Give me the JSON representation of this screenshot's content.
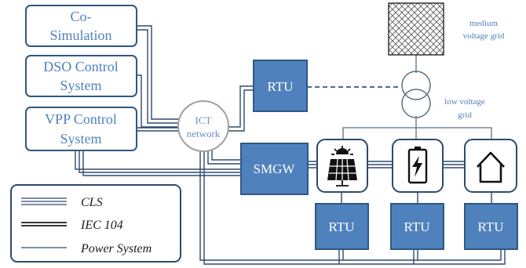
{
  "control_systems": {
    "cosim": {
      "line1": "Co-",
      "line2": "Simulation"
    },
    "dso": {
      "line1": "DSO Control",
      "line2": "System"
    },
    "vpp": {
      "line1": "VPP Control",
      "line2": "System"
    }
  },
  "network": {
    "line1": "ICT",
    "line2": "network"
  },
  "devices": {
    "rtu_top": "RTU",
    "smgw": "SMGW",
    "rtu_pv": "RTU",
    "rtu_battery": "RTU",
    "rtu_house": "RTU"
  },
  "grid": {
    "medium_line1": "medium",
    "medium_line2": "voltage grid",
    "low_line1": "low voltage",
    "low_line2": "grid"
  },
  "legend": {
    "cls": "CLS",
    "iec104": "IEC 104",
    "power": "Power System"
  },
  "icons": [
    "solar-panel-icon",
    "battery-icon",
    "house-icon"
  ],
  "colors": {
    "accent": "#4f81bd",
    "box_fill": "#4f81bd",
    "box_stroke": "#2e5883",
    "line": "#2e4a6b"
  }
}
